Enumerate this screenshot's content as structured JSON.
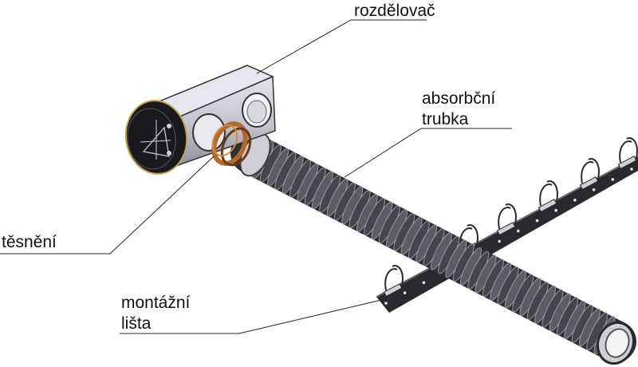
{
  "labels": {
    "distributor": "rozdělovač",
    "absorber_line1": "absorbční",
    "absorber_line2": "trubka",
    "seal": "těsnění",
    "rail_line1": "montážní",
    "rail_line2": "lišta"
  },
  "colors": {
    "tube_dark": "#3b3b41",
    "tube_light": "#8c8c96",
    "housing": "#c4c4d0",
    "housing_shade": "#9a9aa8",
    "cap": "#1a1a1e",
    "seal_ring": "#b06a2a",
    "rail": "#2a2a2e",
    "clip": "#d0d0d6",
    "leader": "#222222"
  }
}
